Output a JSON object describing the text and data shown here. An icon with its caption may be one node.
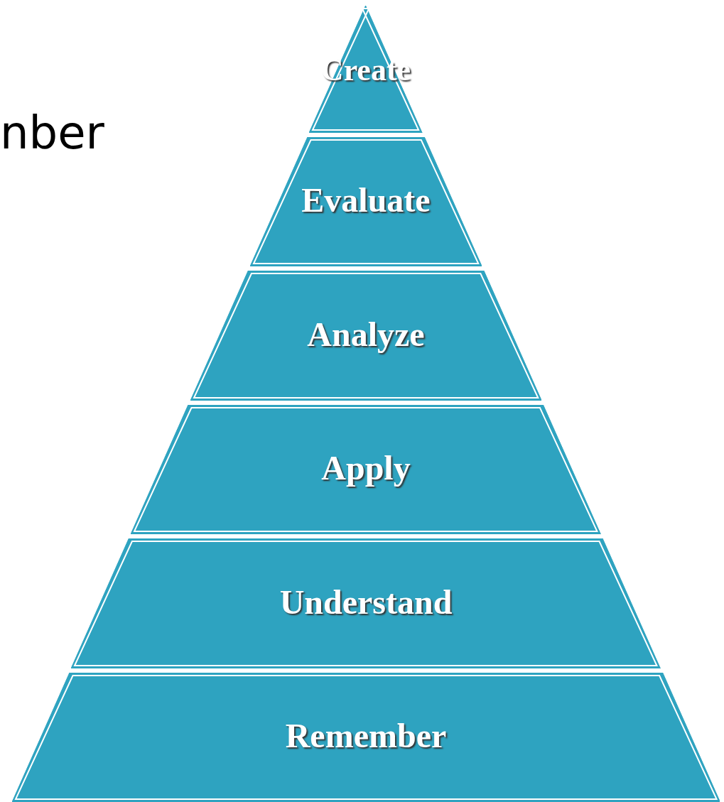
{
  "diagram": {
    "nodes": [
      {
        "text": [
          "Create"
        ]
      },
      {
        "text": [
          "Evaluate"
        ]
      },
      {
        "text": [
          "Analyze"
        ]
      },
      {
        "text": [
          "Apply"
        ]
      },
      {
        "text": [
          "Understand"
        ]
      },
      {
        "text": [
          "Remember"
        ]
      }
    ],
    "labels": [
      "nber"
    ]
  }
}
